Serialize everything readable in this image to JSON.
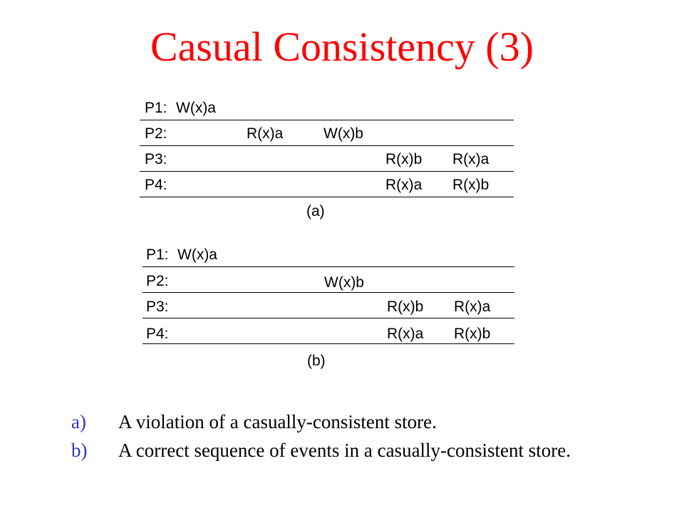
{
  "title": "Casual Consistency (3)",
  "diagram_a": {
    "caption": "(a)",
    "rows": [
      {
        "label": "P1:",
        "events": [
          {
            "slot": "first",
            "text": "W(x)a"
          }
        ]
      },
      {
        "label": "P2:",
        "events": [
          {
            "slot": "second",
            "text": "R(x)a"
          },
          {
            "slot": "third",
            "text": "W(x)b"
          }
        ]
      },
      {
        "label": "P3:",
        "events": [
          {
            "slot": "fourth",
            "text": "R(x)b"
          },
          {
            "slot": "fifth",
            "text": "R(x)a"
          }
        ]
      },
      {
        "label": "P4:",
        "events": [
          {
            "slot": "fourth",
            "text": "R(x)a"
          },
          {
            "slot": "fifth",
            "text": "R(x)b"
          }
        ]
      }
    ]
  },
  "diagram_b": {
    "caption": "(b)",
    "rows": [
      {
        "label": "P1:",
        "events": [
          {
            "slot": "first",
            "text": "W(x)a"
          }
        ]
      },
      {
        "label": "P2:",
        "events": [
          {
            "slot": "third",
            "text": "W(x)b"
          }
        ]
      },
      {
        "label": "P3:",
        "events": [
          {
            "slot": "fourth",
            "text": "R(x)b"
          },
          {
            "slot": "fifth",
            "text": "R(x)a"
          }
        ]
      },
      {
        "label": "P4:",
        "events": [
          {
            "slot": "fourth",
            "text": "R(x)a"
          },
          {
            "slot": "fifth",
            "text": "R(x)b"
          }
        ]
      }
    ]
  },
  "legend": [
    {
      "marker": "a)",
      "text": "A violation of a casually-consistent  store."
    },
    {
      "marker": "b)",
      "text": "A correct sequence  of events in a casually-consistent  store."
    }
  ],
  "colors": {
    "title": "#ff0000",
    "legend_marker": "#3333cc",
    "text": "#000000"
  }
}
